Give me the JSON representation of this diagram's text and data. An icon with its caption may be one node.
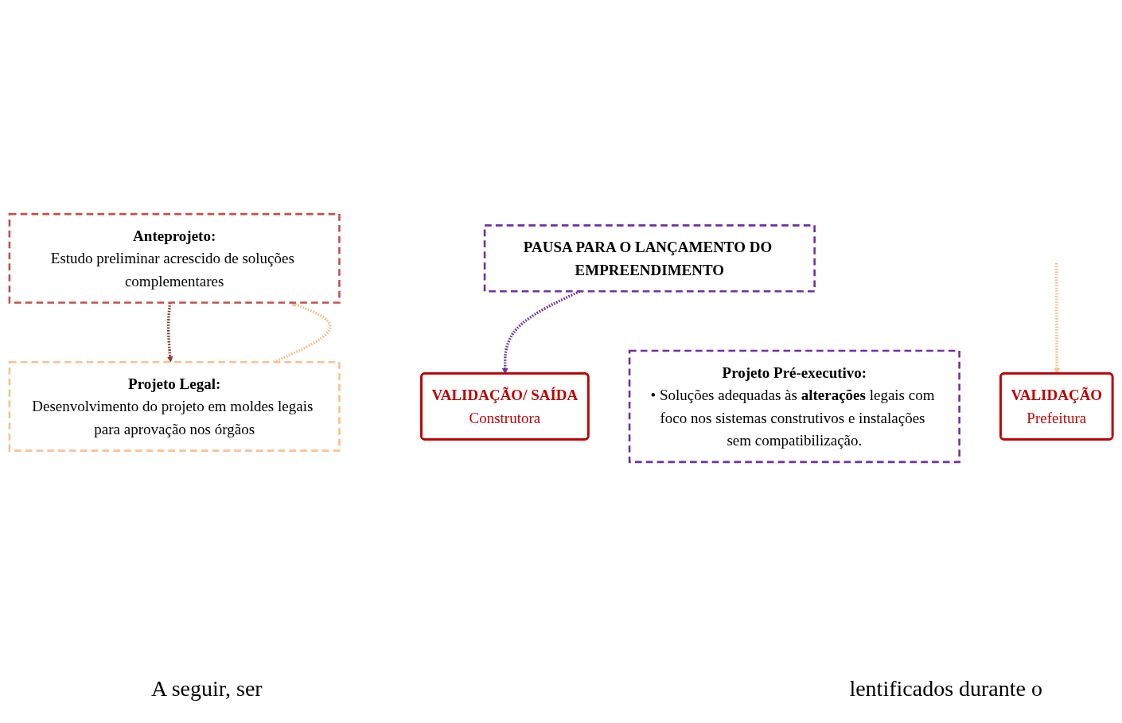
{
  "diagram": {
    "nodes": [
      {
        "text": [
          "Anteprojeto:",
          "Estudo preliminar acrescido de soluções complementares"
        ]
      },
      {
        "text": [
          "Projeto Legal:",
          "Desenvolvimento do projeto em moldes legais para aprovação nos órgãos"
        ]
      },
      {
        "text": [
          "VALIDAÇÃO",
          "Prefeitura"
        ]
      },
      {
        "text": [
          "PAUSA PARA O LANÇAMENTO DO EMPREENDIMENTO"
        ]
      },
      {
        "text": [
          "VALIDAÇÃO/ SAÍDA",
          "Construtora"
        ]
      },
      {
        "text": [
          "Projeto Pré-executivo:",
          "• Soluções adequadas às **alterações** legais com foco nos sistemas construtivos e instalações sem compatibilização."
        ]
      }
    ],
    "edges": [
      {
        "from": 0,
        "to": 1,
        "arrow": "to",
        "style": "dashed",
        "color": "#953735"
      },
      {
        "from": 1,
        "to": 0,
        "arrow": "to",
        "style": "dashed",
        "color": "#fac090"
      },
      {
        "from": null,
        "to": 2,
        "arrow": "to",
        "style": "dashed",
        "color": "#fac090"
      },
      {
        "from": 3,
        "to": 4,
        "arrow": "to",
        "style": "dashed",
        "color": "#7030a0"
      }
    ],
    "labels": [
      "A seguir, ser",
      "lentificados durante o"
    ]
  }
}
